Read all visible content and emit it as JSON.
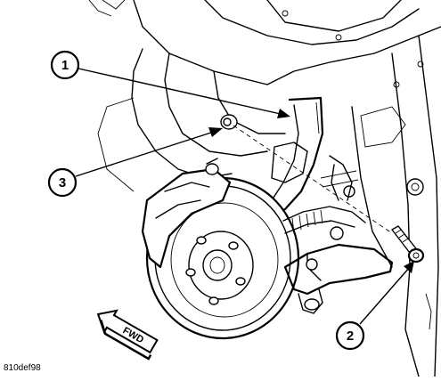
{
  "figure_code": "810def98",
  "direction_arrow": {
    "label": "FWD",
    "icon": "fwd-arrow-icon"
  },
  "callouts": [
    {
      "number": "1"
    },
    {
      "number": "2"
    },
    {
      "number": "3"
    }
  ]
}
